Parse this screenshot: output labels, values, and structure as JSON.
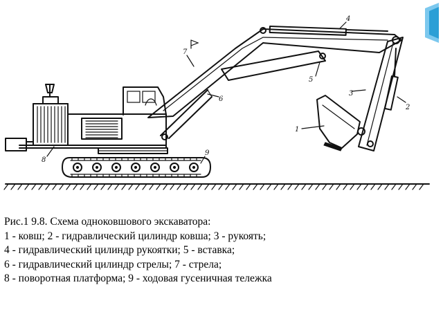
{
  "figure": {
    "callouts": [
      "1",
      "2",
      "3",
      "4",
      "5",
      "6",
      "7",
      "8",
      "9"
    ]
  },
  "caption": {
    "title": "Рис.1 9.8. Схема одноковшового экскаватора:",
    "lines": [
      "1 - ковш; 2 - гидравлический цилиндр ковша; 3 - рукоять;",
      "4 - гидравлический цилиндр рукоятки; 5 - вставка;",
      "6 - гидравлический цилиндр стрелы; 7 - стрела;",
      "8 - поворотная платформа; 9 - ходовая гусеничная тележка"
    ]
  },
  "colors": {
    "accent": "#2b9fd6",
    "accent_light": "#7cc8ee",
    "ink": "#111111"
  }
}
